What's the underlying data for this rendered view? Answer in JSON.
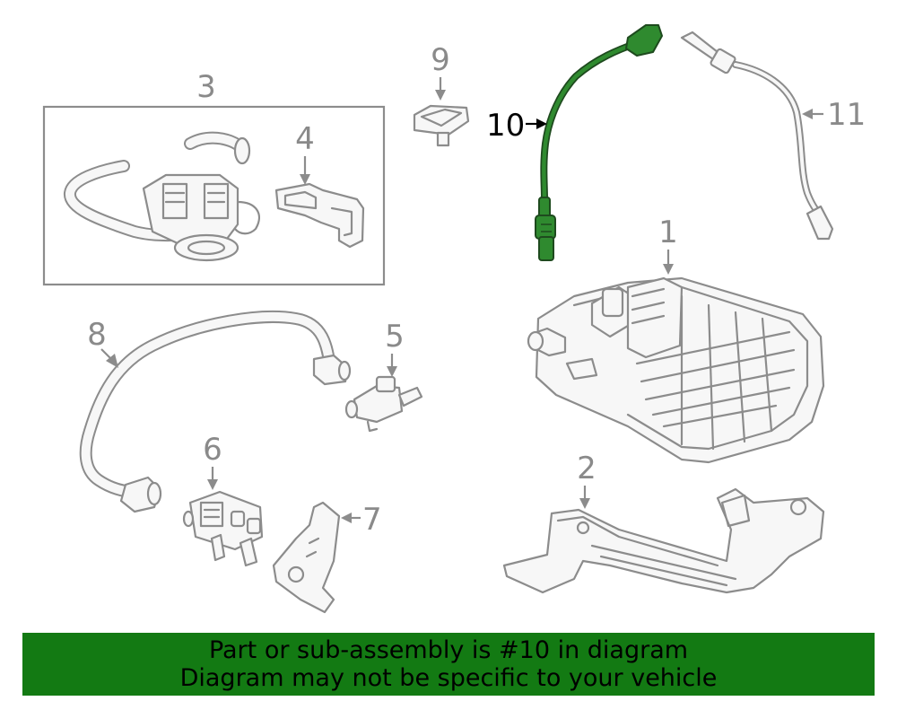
{
  "diagram": {
    "callouts": [
      "1",
      "2",
      "3",
      "4",
      "5",
      "6",
      "7",
      "8",
      "9",
      "10",
      "11"
    ],
    "highlighted_callout": "10",
    "highlight_color": "#2f8a2f",
    "line_color": "#8c8c8c"
  },
  "banner": {
    "line1": "Part or sub-assembly is #10 in diagram",
    "line2": "Diagram may not be specific to your vehicle",
    "background_color": "#137a13",
    "text_color": "#000000"
  }
}
